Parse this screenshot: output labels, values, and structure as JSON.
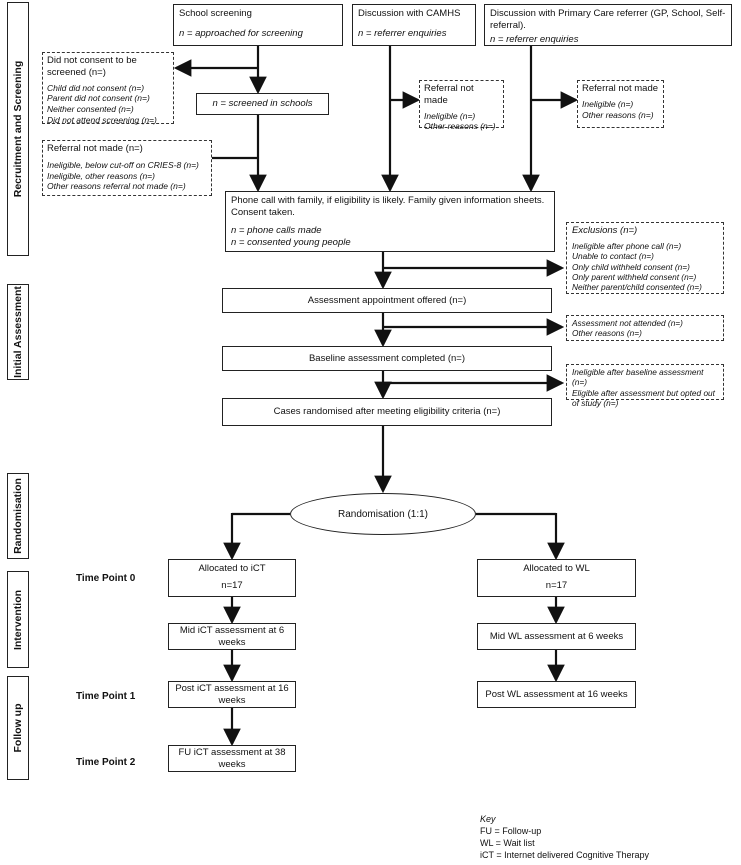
{
  "phases": {
    "recruitment": "Recruitment and Screening",
    "initial": "Initial Assessment",
    "randomisation": "Randomisation",
    "intervention": "Intervention",
    "followup": "Follow up"
  },
  "sources": {
    "school": {
      "title": "School screening",
      "n": "n = approached for screening"
    },
    "camhs": {
      "title": "Discussion with CAMHS",
      "n": "n = referrer enquiries"
    },
    "primary": {
      "title": "Discussion with Primary Care referrer (GP, School, Self-referral).",
      "n": "n = referrer enquiries"
    }
  },
  "no_consent": {
    "title": "Did not consent to be screened (n=)",
    "items": [
      "Child did not consent (n=)",
      "Parent did not consent (n=)",
      "Neither consented (n=)",
      "Did not attend screening (n=)"
    ]
  },
  "screened": "n = screened in schools",
  "referral_school": {
    "title": "Referral not made (n=)",
    "items": [
      "Ineligible, below cut-off on CRIES-8 (n=)",
      "Ineligible, other reasons (n=)",
      "Other reasons referral not made (n=)"
    ]
  },
  "referral_camhs": {
    "title": "Referral not made",
    "items": [
      "Ineligible (n=)",
      "Other reasons (n=)"
    ]
  },
  "referral_primary": {
    "title": "Referral not made",
    "items": [
      "Ineligible (n=)",
      "Other reasons (n=)"
    ]
  },
  "phone": {
    "text": "Phone call with family, if eligibility is likely. Family given information sheets. Consent taken.",
    "n1": "n = phone calls made",
    "n2": "n = consented young people"
  },
  "exclusions": {
    "title": "Exclusions (n=)",
    "items": [
      "Ineligible after phone call (n=)",
      "Unable to contact (n=)",
      "Only child withheld consent (n=)",
      "Only parent withheld consent (n=)",
      "Neither parent/child consented (n=)"
    ]
  },
  "appointment": "Assessment appointment offered (n=)",
  "not_attended": [
    "Assessment not attended (n=)",
    "Other reasons (n=)"
  ],
  "baseline": "Baseline assessment completed (n=)",
  "after_baseline": [
    "Ineligible after baseline assessment (n=)",
    "Eligible after assessment but opted out of study (n=)"
  ],
  "randomised": "Cases randomised after meeting eligibility criteria (n=)",
  "randomisation_label": "Randomisation (1:1)",
  "timepoints": {
    "tp0": "Time Point 0",
    "tp1": "Time Point 1",
    "tp2": "Time Point 2"
  },
  "ict": {
    "alloc": "Allocated to iCT",
    "n": "n=17",
    "mid": "Mid iCT assessment at 6 weeks",
    "post": "Post iCT assessment at 16 weeks",
    "fu": "FU iCT assessment at  38 weeks"
  },
  "wl": {
    "alloc": "Allocated to WL",
    "n": "n=17",
    "mid": "Mid WL assessment at 6 weeks",
    "post": "Post WL assessment at 16 weeks"
  },
  "key": {
    "title": "Key",
    "items": [
      "FU = Follow-up",
      "WL = Wait list",
      "iCT = Internet delivered Cognitive Therapy"
    ]
  }
}
